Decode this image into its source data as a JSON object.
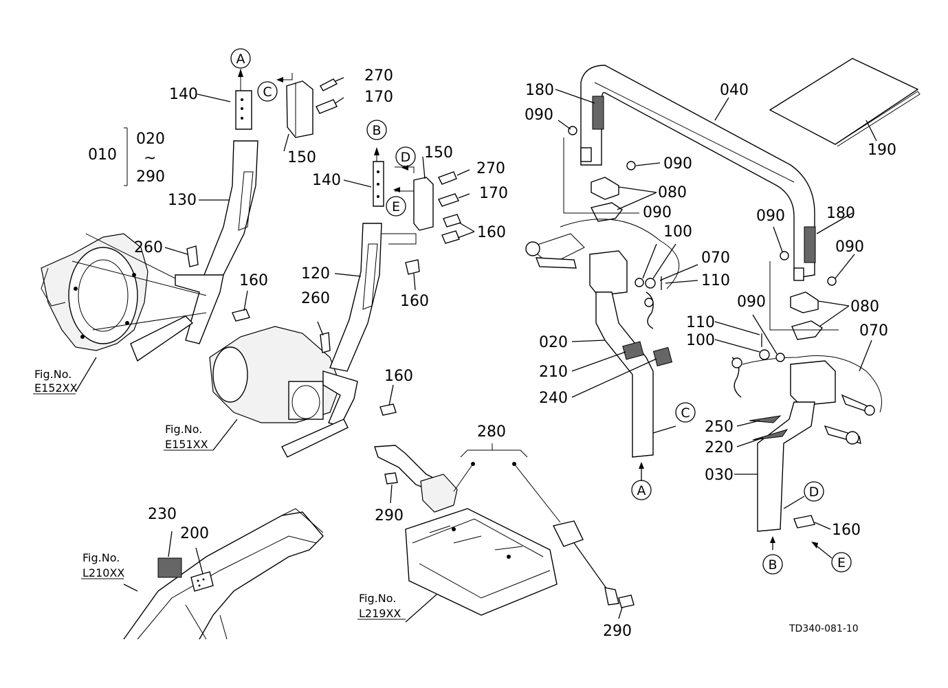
{
  "drawing_code": "TD340-081-10",
  "parts": {
    "p010": "010",
    "p020_range": "020",
    "p290_range": "290",
    "range_sep": "~",
    "p130": "130",
    "p140a": "140",
    "p150a": "150",
    "p270a": "270",
    "p170a": "170",
    "p260a": "260",
    "p160a": "160",
    "p140b": "140",
    "p150b": "150",
    "p270b": "270",
    "p170b": "170",
    "p160b": "160",
    "p120": "120",
    "p160c": "160",
    "p260b": "260",
    "p160d": "160",
    "p280": "280",
    "p290a": "290",
    "p290b": "290",
    "p230": "230",
    "p200": "200",
    "p180a": "180",
    "p040": "040",
    "p190": "190",
    "p090a": "090",
    "p090b": "090",
    "p080a": "080",
    "p090c": "090",
    "p100a": "100",
    "p070a": "070",
    "p110a": "110",
    "p020": "020",
    "p210": "210",
    "p240": "240",
    "p090d": "090",
    "p180b": "180",
    "p090e": "090",
    "p090f": "090",
    "p080b": "080",
    "p110b": "110",
    "p100b": "100",
    "p070b": "070",
    "p250": "250",
    "p220": "220",
    "p030": "030",
    "p160e": "160"
  },
  "circle_refs": {
    "A_top": "A",
    "C_top": "C",
    "B_top": "B",
    "D_top": "D",
    "E_top": "E",
    "C_right": "C",
    "A_bottom": "A",
    "D_right": "D",
    "E_right": "E",
    "B_bottom": "B"
  },
  "figure_refs": {
    "f1_label": "Fig.No.",
    "f1_code": "E152XX",
    "f2_label": "Fig.No.",
    "f2_code": "E151XX",
    "f3_label": "Fig.No.",
    "f3_code": "L210XX",
    "f4_label": "Fig.No.",
    "f4_code": "L219XX"
  }
}
